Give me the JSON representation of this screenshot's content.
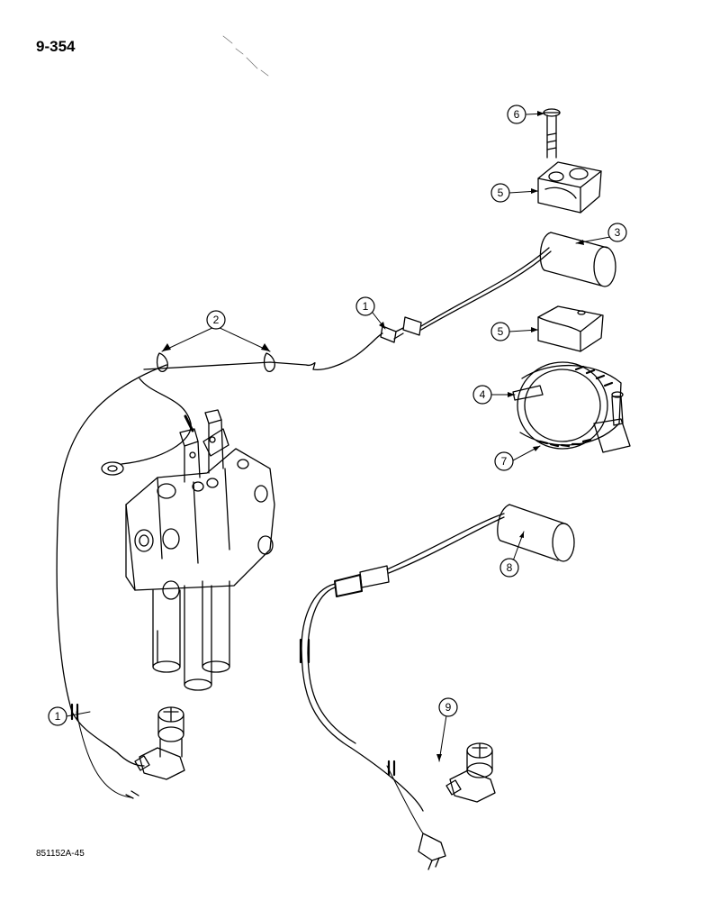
{
  "page_number": "9-354",
  "figure_code": "851152A-45",
  "callouts": [
    {
      "label": "1"
    },
    {
      "label": "2"
    },
    {
      "label": "3"
    },
    {
      "label": "4"
    },
    {
      "label": "5"
    },
    {
      "label": "5"
    },
    {
      "label": "6"
    },
    {
      "label": "7"
    },
    {
      "label": "8"
    },
    {
      "label": "9"
    },
    {
      "label": "1"
    }
  ]
}
